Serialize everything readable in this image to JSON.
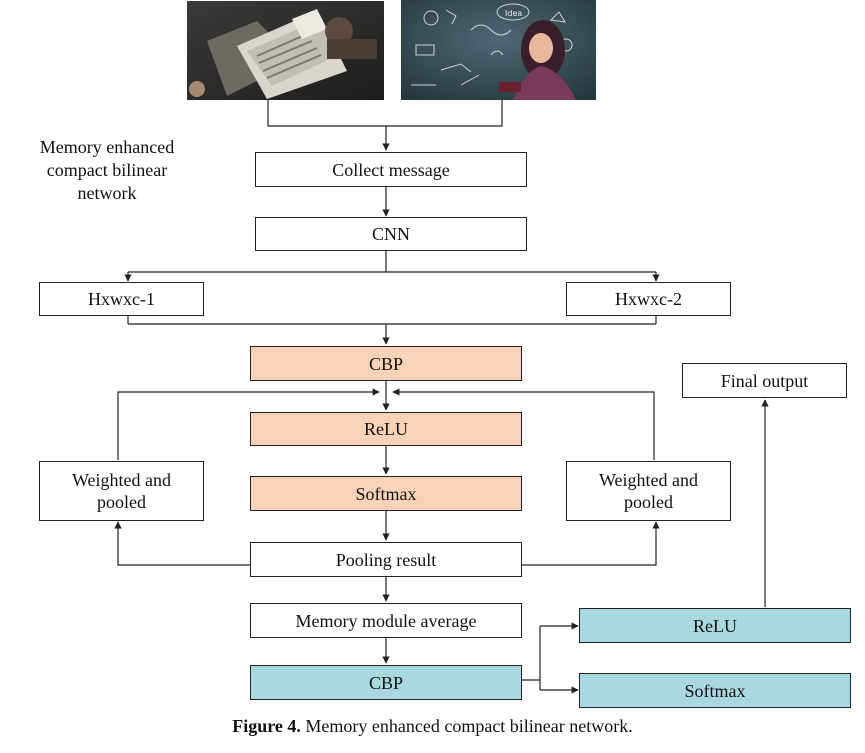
{
  "side_title": "Memory enhanced compact bilinear network",
  "boxes": {
    "collect": "Collect message",
    "cnn": "CNN",
    "hxwxc1": "Hxwxc-1",
    "hxwxc2": "Hxwxc-2",
    "cbp_top": "CBP",
    "relu_mid": "ReLU",
    "softmax_mid": "Softmax",
    "weighted_left": "Weighted and pooled",
    "weighted_right": "Weighted and pooled",
    "pooling_result": "Pooling result",
    "memory_avg": "Memory module average",
    "cbp_bottom": "CBP",
    "relu_right": "ReLU",
    "softmax_right": "Softmax",
    "final_output": "Final output"
  },
  "caption": {
    "label": "Figure 4.",
    "text": " Memory enhanced compact bilinear network."
  },
  "colors": {
    "orange_fill": "#f9d2b8",
    "blue_fill": "#a9d8e0"
  }
}
